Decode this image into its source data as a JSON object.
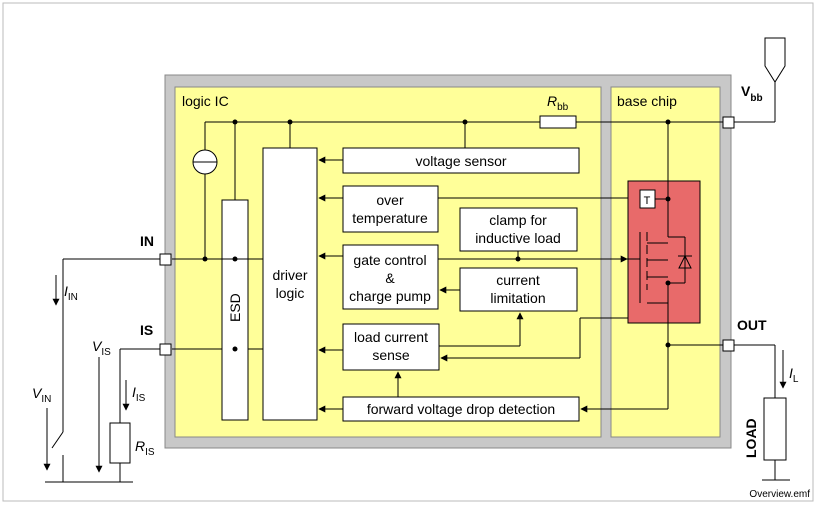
{
  "frame_label_logic": "logic IC",
  "frame_label_base": "base chip",
  "pins": {
    "in": "IN",
    "is": "IS",
    "out": "OUT"
  },
  "supply": {
    "symbol": "V",
    "subscript": "bb"
  },
  "rbb": {
    "symbol": "R",
    "subscript": "bb"
  },
  "blocks": {
    "voltage_sensor": "voltage sensor",
    "over_temp_1": "over",
    "over_temp_2": "temperature",
    "clamp_1": "clamp for",
    "clamp_2": "inductive load",
    "gate_1": "gate control",
    "gate_2": "&",
    "gate_3": "charge pump",
    "curlim_1": "current",
    "curlim_2": "limitation",
    "load_sense_1": "load current",
    "load_sense_2": "sense",
    "fwd_drop": "forward voltage drop detection",
    "driver_1": "driver",
    "driver_2": "logic",
    "esd": "ESD",
    "thermal": "T"
  },
  "external": {
    "iin": {
      "symbol": "I",
      "subscript": "IN"
    },
    "vin": {
      "symbol": "V",
      "subscript": "IN"
    },
    "vis": {
      "symbol": "V",
      "subscript": "IS"
    },
    "iis": {
      "symbol": "I",
      "subscript": "IS"
    },
    "ris": {
      "symbol": "R",
      "subscript": "IS"
    },
    "il": {
      "symbol": "I",
      "subscript": "L"
    },
    "load": "LOAD"
  },
  "caption": "Overview.emf",
  "colors": {
    "chip_outer": "#c8c8c8",
    "chip_yellow": "#ffff99",
    "power_fet": "#e86a6a"
  }
}
